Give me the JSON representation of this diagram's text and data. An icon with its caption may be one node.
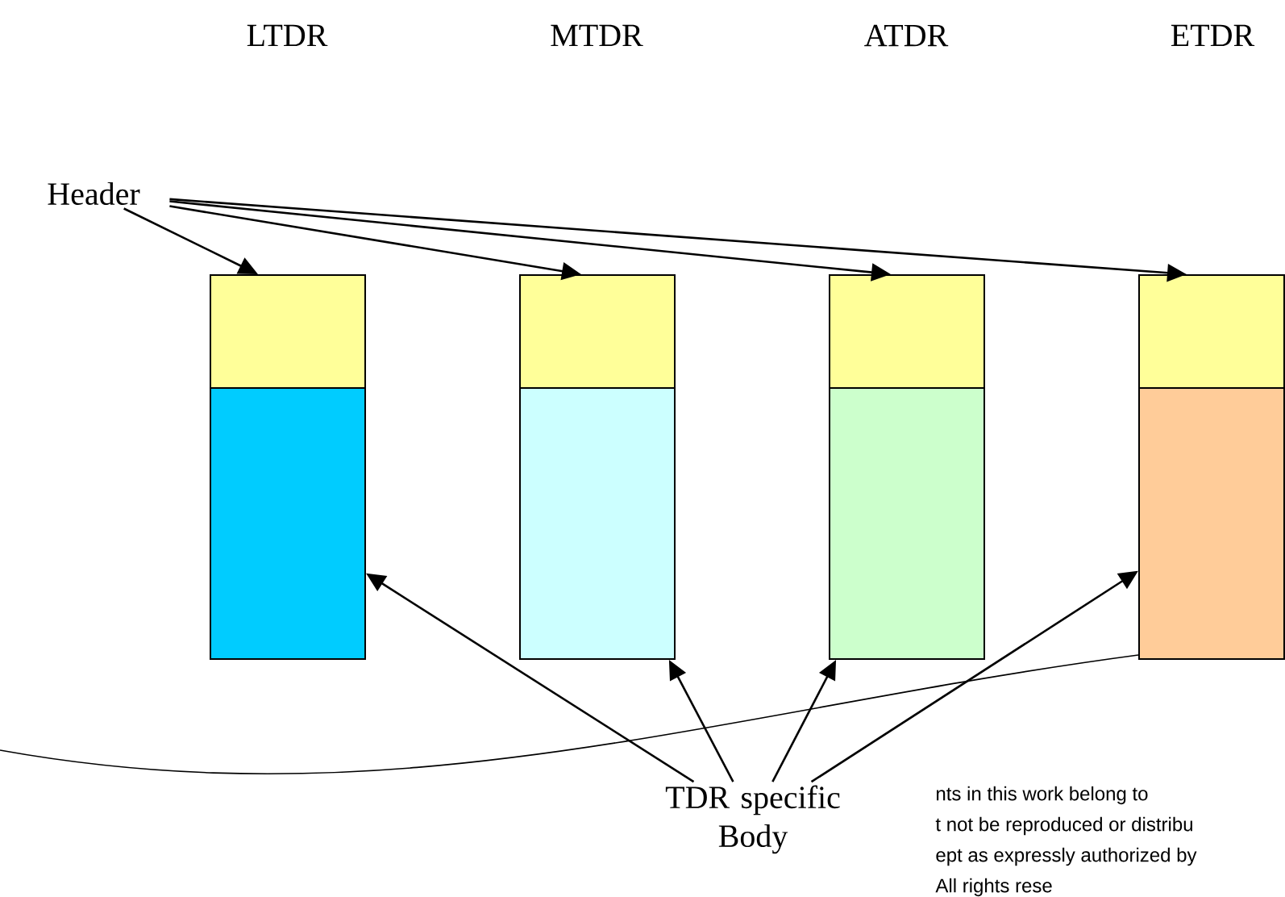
{
  "diagram": {
    "nodes": [
      {
        "text": [
          "Header"
        ]
      },
      {
        "text": [],
        "shape": "box"
      },
      {
        "text": [],
        "shape": "box"
      },
      {
        "text": [],
        "shape": "box"
      },
      {
        "text": [],
        "shape": "box"
      },
      {
        "text": [],
        "shape": "box"
      },
      {
        "text": [],
        "shape": "box"
      },
      {
        "text": [],
        "shape": "box"
      },
      {
        "text": [],
        "shape": "box"
      },
      {
        "text": [
          "TDR specific Body"
        ]
      }
    ],
    "edges": [
      {
        "from": 0,
        "to": 1,
        "arrow": "to"
      },
      {
        "from": 0,
        "to": 2,
        "arrow": "to"
      },
      {
        "from": 0,
        "to": 3,
        "arrow": "to"
      },
      {
        "from": 0,
        "to": 4,
        "arrow": "to"
      },
      {
        "from": 9,
        "to": 5,
        "arrow": "to"
      },
      {
        "from": 9,
        "to": 6,
        "arrow": "to"
      },
      {
        "from": 9,
        "to": 7,
        "arrow": "to"
      },
      {
        "from": 9,
        "to": 8,
        "arrow": "to"
      },
      {
        "from": null,
        "to": 8,
        "arrow": "none"
      }
    ],
    "labels": [
      "LTDR",
      "MTDR",
      "ATDR",
      "ETDR",
      "nts in this work belong to",
      "t not be reproduced or distribu",
      "ept as expressly authorized by",
      "All rights rese"
    ]
  }
}
